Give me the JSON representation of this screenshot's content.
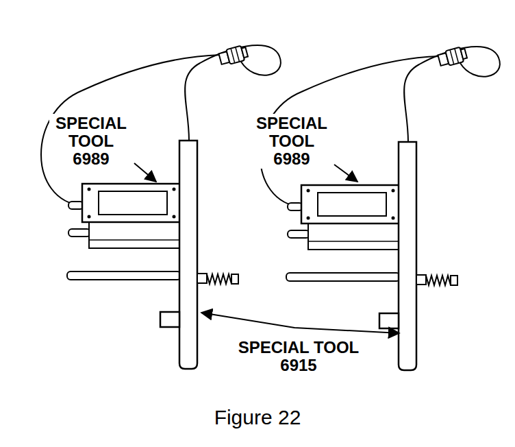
{
  "diagram": {
    "caption": "Figure 22",
    "labels": [
      "SPECIAL TOOL 6989",
      "SPECIAL TOOL 6989",
      "SPECIAL TOOL 6915"
    ]
  }
}
